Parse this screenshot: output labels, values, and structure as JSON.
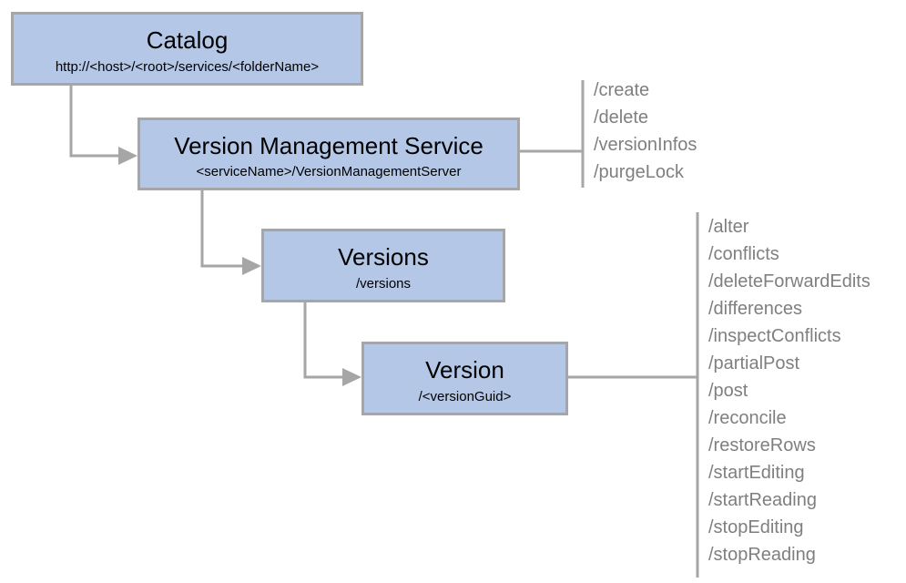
{
  "nodes": {
    "catalog": {
      "title": "Catalog",
      "path": "http://<host>/<root>/services/<folderName>"
    },
    "version_management_service": {
      "title": "Version Management Service",
      "path": "<serviceName>/VersionManagementServer"
    },
    "versions": {
      "title": "Versions",
      "path": "/versions"
    },
    "version": {
      "title": "Version",
      "path": "/<versionGuid>"
    }
  },
  "version_management_service_operations": [
    "/create",
    "/delete",
    "/versionInfos",
    "/purgeLock"
  ],
  "version_operations": [
    "/alter",
    "/conflicts",
    "/deleteForwardEdits",
    "/differences",
    "/inspectConflicts",
    "/partialPost",
    "/post",
    "/reconcile",
    "/restoreRows",
    "/startEditing",
    "/startReading",
    "/stopEditing",
    "/stopReading"
  ],
  "colors": {
    "box_fill": "#b4c7e7",
    "box_border": "#a6a6a6",
    "connector": "#a6a6a6",
    "operation_text": "#7f7f7f"
  }
}
